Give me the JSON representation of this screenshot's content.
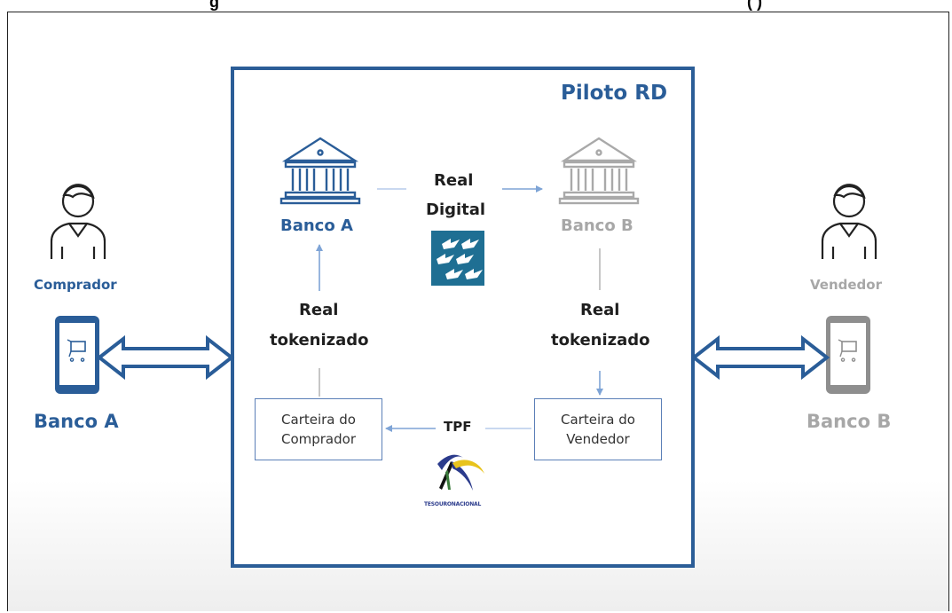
{
  "caption": {
    "left": "g",
    "right": "(    )"
  },
  "diagram": {
    "title": "Piloto RD",
    "left_person_label": "Comprador",
    "right_person_label": "Vendedor",
    "left_bank_outside": "Banco A",
    "right_bank_outside": "Banco B",
    "bank_a": "Banco A",
    "bank_b": "Banco B",
    "real_digital": [
      "Real",
      "Digital"
    ],
    "real_tokenizado_left": [
      "Real",
      "tokenizado"
    ],
    "real_tokenizado_right": [
      "Real",
      "tokenizado"
    ],
    "wallet_comprador": [
      "Carteira do",
      "Comprador"
    ],
    "wallet_vendedor": [
      "Carteira do",
      "Vendedor"
    ],
    "tpf": "TPF",
    "tesouro_logo_text": "TESOURONACIONAL"
  },
  "colors": {
    "brand_blue": "#2a5d98",
    "frame_blue": "#2b5d97",
    "muted_gray": "#a7a7a7",
    "arrow_light_blue": "#7ea4d6",
    "bc_logo_teal": "#1f6f93"
  },
  "icons": [
    "person-icon",
    "smartphone-cart-icon",
    "bank-icon",
    "double-arrow-icon",
    "banco-central-logo",
    "tesouro-nacional-logo"
  ]
}
